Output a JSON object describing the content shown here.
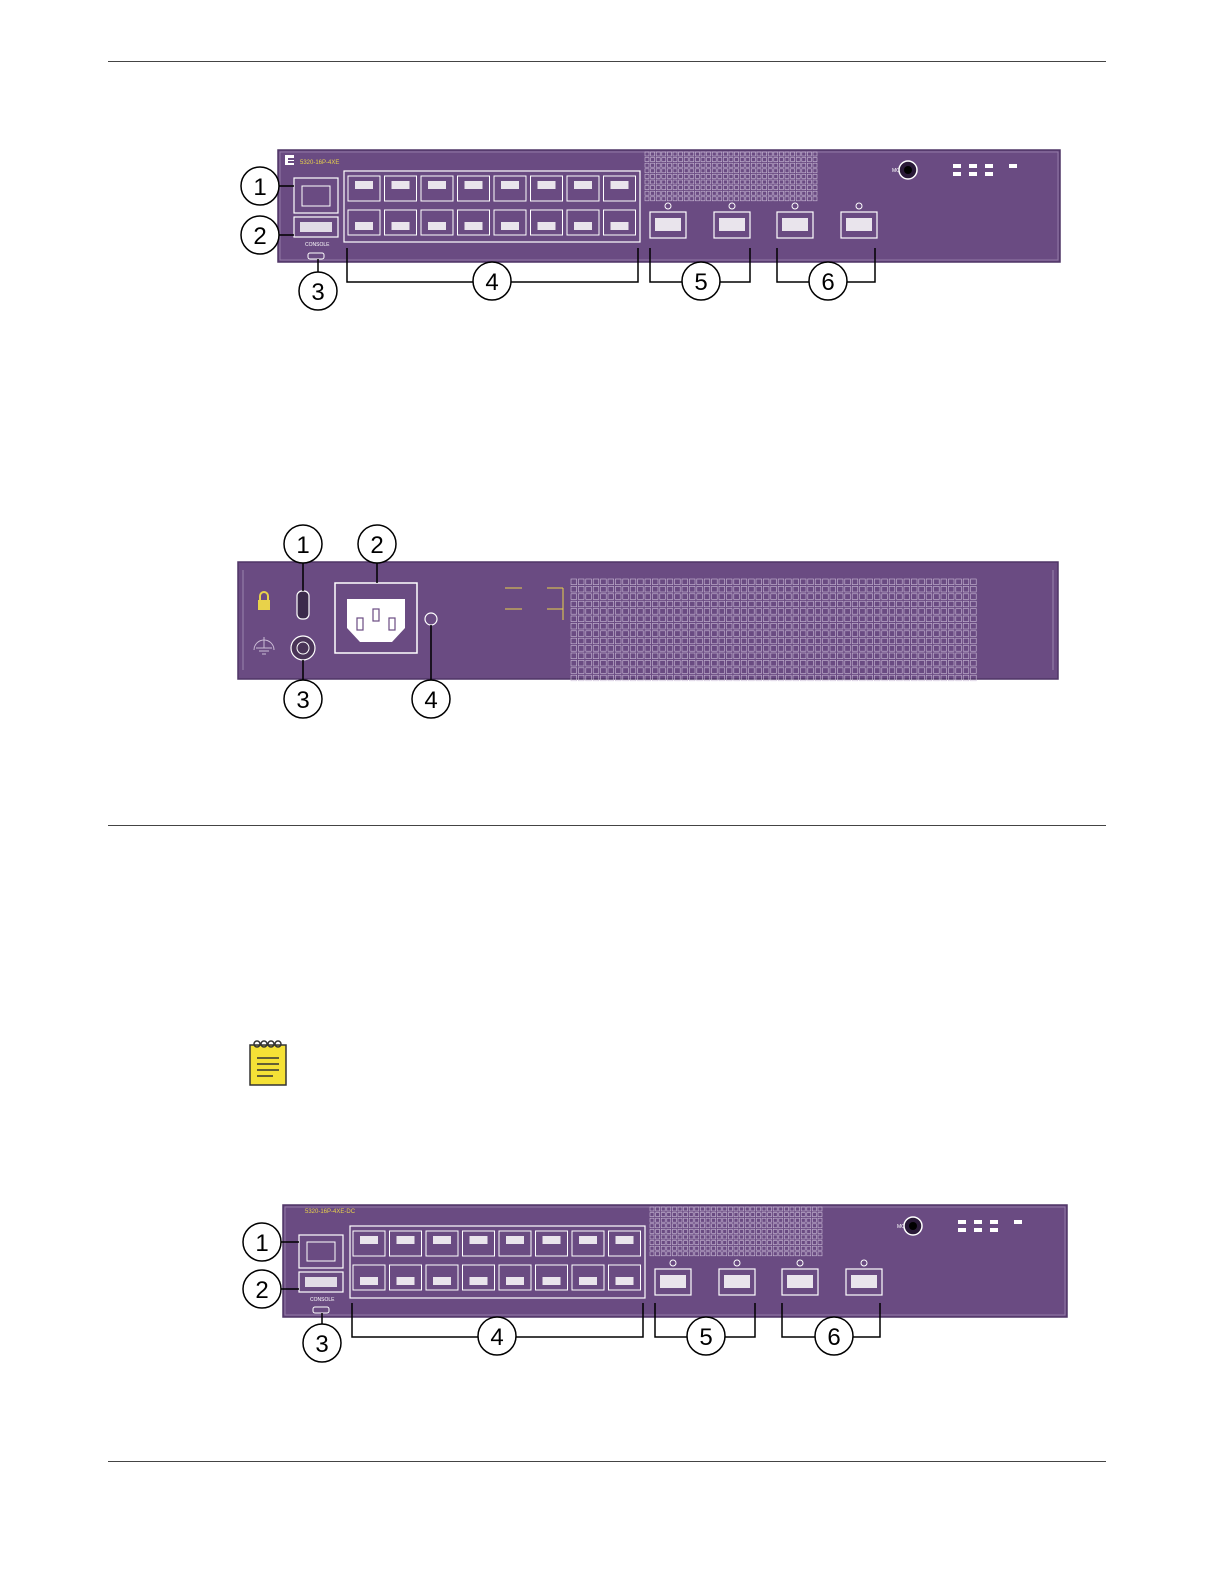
{
  "colors": {
    "chassis": "#6a4b82",
    "chassis_edge": "#4f3566",
    "port_outline": "#ffffff",
    "model_text": "#e8d24a",
    "rule": "#444444",
    "callout": "#000000",
    "note_fill": "#f5e136"
  },
  "front_a": {
    "model": "5320-16P-4XE",
    "console_label": "CONSOLE",
    "mode_label": "MODE",
    "callouts": [
      "1",
      "2",
      "3",
      "4",
      "5",
      "6"
    ]
  },
  "rear": {
    "callouts": [
      "1",
      "2",
      "3",
      "4"
    ]
  },
  "front_b": {
    "model": "5320-16P-4XE-DC",
    "console_label": "CONSOLE",
    "mode_label": "MODE",
    "callouts": [
      "1",
      "2",
      "3",
      "4",
      "5",
      "6"
    ]
  },
  "icons": {
    "note": "note-icon",
    "lock": "lock-icon",
    "ground": "ground-icon"
  }
}
